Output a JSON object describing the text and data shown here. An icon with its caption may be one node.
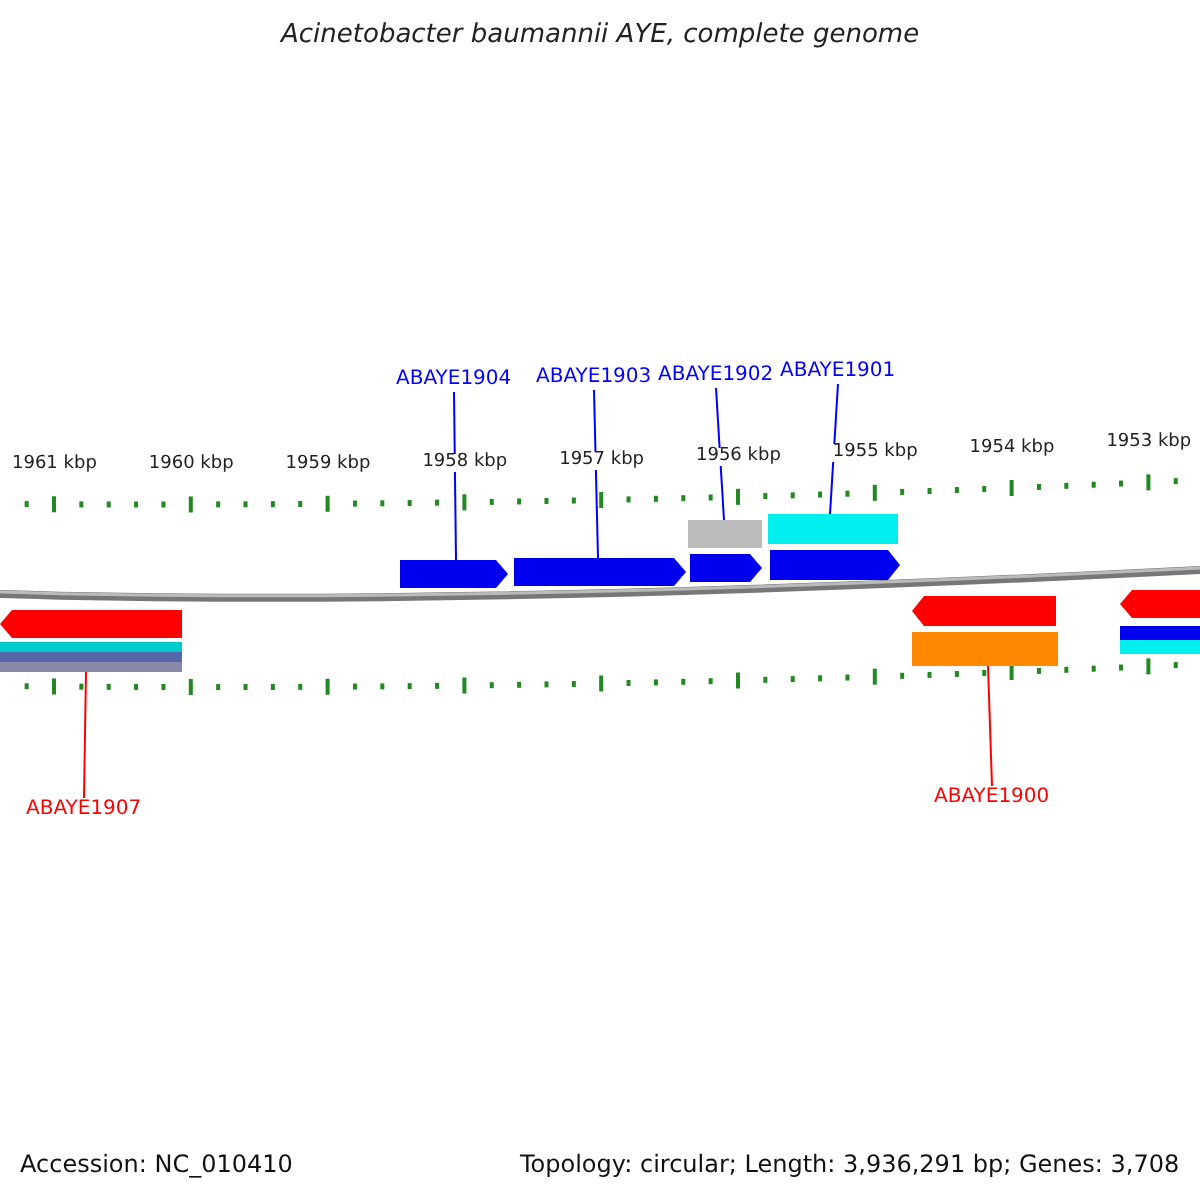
{
  "diagram": {
    "title": "Acinetobacter baumannii AYE, complete genome",
    "nodes": [
      {
        "text": [
          "ABAYE1904"
        ]
      },
      {
        "text": [
          "ABAYE1903"
        ]
      },
      {
        "text": [
          "ABAYE1902"
        ]
      },
      {
        "text": [
          "ABAYE1901"
        ]
      },
      {
        "text": [
          "ABAYE1907"
        ]
      },
      {
        "text": [
          "ABAYE1900"
        ]
      },
      {
        "text": [],
        "shape": "bar"
      },
      {
        "text": [],
        "shape": "bar"
      },
      {
        "text": [],
        "shape": "bar"
      },
      {
        "text": [],
        "shape": "bar"
      },
      {
        "text": [],
        "shape": "bar"
      },
      {
        "text": [],
        "shape": "bar"
      },
      {
        "text": [],
        "shape": "bar"
      },
      {
        "text": [],
        "shape": "bar"
      },
      {
        "text": [],
        "shape": "bar"
      },
      {
        "text": [],
        "shape": "bar"
      },
      {
        "text": [],
        "shape": "bar"
      },
      {
        "text": [],
        "shape": "bar"
      },
      {
        "text": [],
        "shape": "bar"
      },
      {
        "text": [],
        "shape": "bar"
      },
      {
        "text": [],
        "shape": "bar"
      }
    ],
    "edges": [
      {
        "from": 0,
        "to": 6,
        "arrow": "none"
      },
      {
        "from": 1,
        "to": 7,
        "arrow": "none"
      },
      {
        "from": 2,
        "to": 8,
        "arrow": "none"
      },
      {
        "from": 3,
        "to": 9,
        "arrow": "none"
      },
      {
        "from": 4,
        "to": 10,
        "arrow": "none",
        "color": "#ff0000"
      },
      {
        "from": 5,
        "to": 11,
        "arrow": "none",
        "color": "#ff0000"
      }
    ],
    "labels": [
      "1961 kbp",
      "1960 kbp",
      "1959 kbp",
      "1958 kbp",
      "1957 kbp",
      "1956 kbp",
      "1955 kbp",
      "1954 kbp",
      "1953 kbp",
      "Accession: NC_010410",
      "Topology: circular; Length: 3,936,291 bp; Genes: 3,708"
    ]
  }
}
